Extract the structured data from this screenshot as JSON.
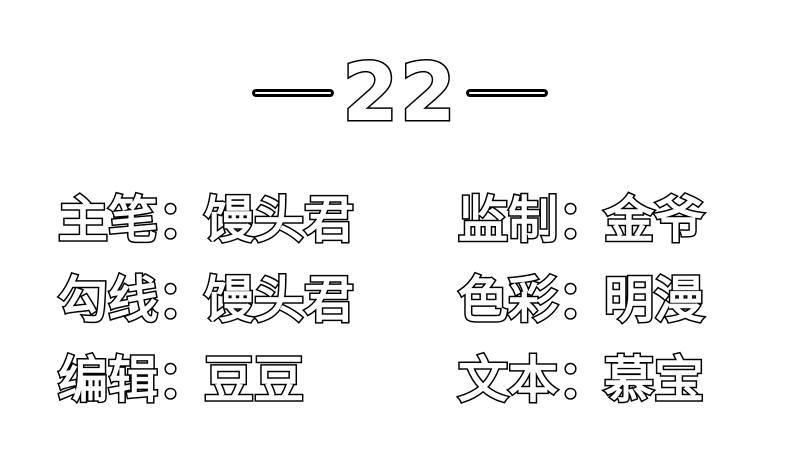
{
  "chapter": {
    "number": "22"
  },
  "credits": [
    {
      "role": "主笔",
      "separator": "：",
      "name": "馒头君"
    },
    {
      "role": "监制",
      "separator": "：",
      "name": "金爷"
    },
    {
      "role": "勾线",
      "separator": "：",
      "name": "馒头君"
    },
    {
      "role": "色彩",
      "separator": "：",
      "name": "明漫"
    },
    {
      "role": "编辑",
      "separator": "：",
      "name": "豆豆"
    },
    {
      "role": "文本",
      "separator": "：",
      "name": "慕宝"
    }
  ],
  "colors": {
    "text_fill": "#ffffff",
    "text_outline": "#000000",
    "background": "#ffffff"
  }
}
